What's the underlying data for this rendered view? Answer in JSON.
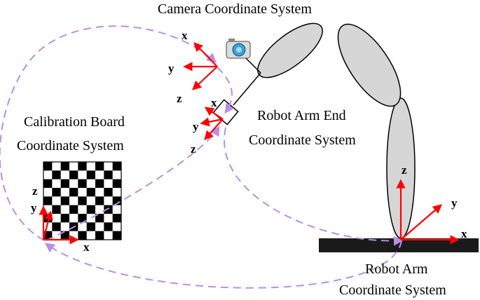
{
  "labels": {
    "camera_frame": "Camera Coordinate System",
    "end_frame_line1": "Robot Arm End",
    "end_frame_line2": "Coordinate System",
    "board_frame_line1": "Calibration Board",
    "board_frame_line2": "Coordinate System",
    "base_frame_line1": "Robot Arm",
    "base_frame_line2": "Coordinate System"
  },
  "axes": {
    "camera": {
      "x": "x",
      "y": "y",
      "z": "z"
    },
    "end": {
      "x": "x",
      "y": "y",
      "z": "z"
    },
    "board": {
      "x": "x",
      "y": "y",
      "z": "z"
    },
    "base": {
      "x": "x",
      "y": "y",
      "z": "z"
    }
  },
  "checkerboard": {
    "rows": 9,
    "cols": 9
  },
  "icons": [
    "camera-icon"
  ],
  "colors": {
    "axis": "#ff0000",
    "path": "#b98ee8",
    "arm_fill": "#d6d6d6",
    "base": "#1a1a1a"
  }
}
